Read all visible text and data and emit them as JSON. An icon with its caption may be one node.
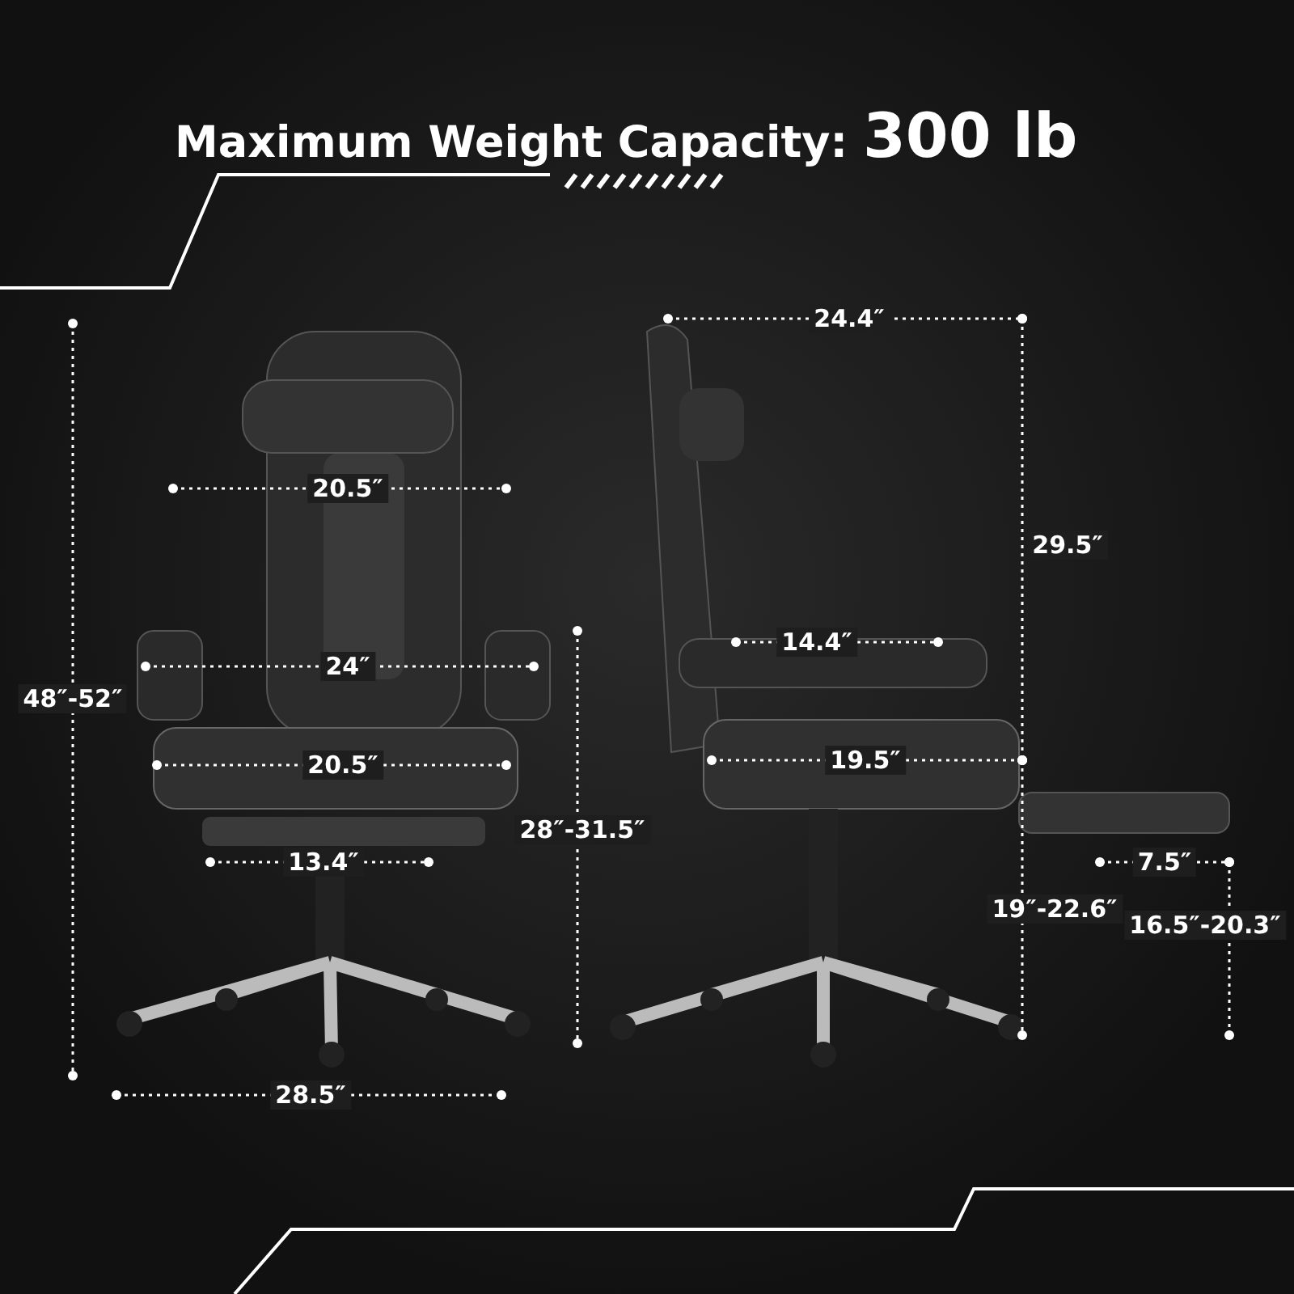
{
  "diagram": {
    "title": "Maximum Weight Capacity: **300 lb**",
    "labels": [
      "24.4″",
      "20.5″",
      "29.5″",
      "14.4″",
      "24″",
      "48″-52″",
      "20.5″",
      "19.5″",
      "13.4″",
      "28″-31.5″",
      "7.5″",
      "19″-22.6″",
      "16.5″-20.3″",
      "28.5″"
    ]
  }
}
